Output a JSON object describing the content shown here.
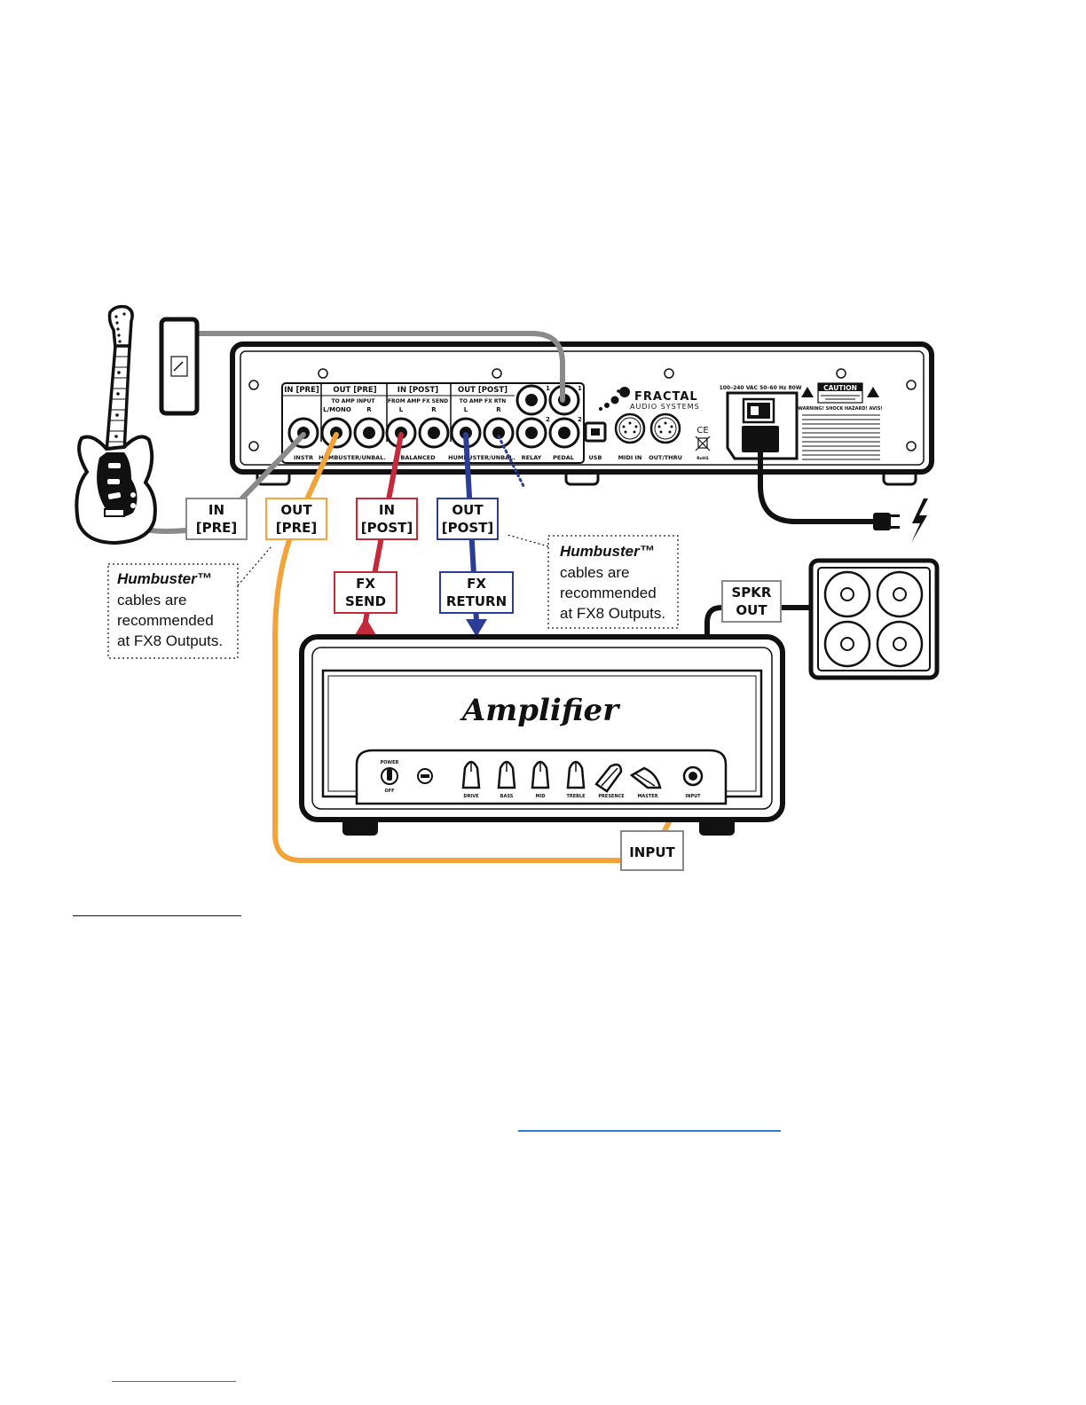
{
  "colors": {
    "cable_grey": "#8a8a8a",
    "cable_orange": "#f2a33a",
    "cable_red": "#c32a3a",
    "cable_blue": "#2b3d95",
    "outline": "#111111",
    "link_blue": "#2a7fc4"
  },
  "fx8_panel": {
    "brand_line1": "FRACTAL",
    "brand_line2": "AUDIO SYSTEMS",
    "section_in_pre": "IN [PRE]",
    "section_out_pre": "OUT [PRE]",
    "section_in_post": "IN [POST]",
    "section_out_post": "OUT [POST]",
    "sub_to_amp_input": "TO AMP INPUT",
    "sub_from_amp_fx_send": "FROM AMP FX SEND",
    "sub_to_amp_fx_rtn": "TO AMP FX RTN",
    "jack_lmono": "L/MONO",
    "jack_r": "R",
    "jack_l": "L",
    "bottom_instr": "INSTR",
    "bottom_humbuster1": "HUMBUSTER/UNBAL.",
    "bottom_balanced": "BALANCED",
    "bottom_humbuster2": "HUMBUSTER/UNBAL.",
    "bottom_relay": "RELAY",
    "bottom_pedal": "PEDAL",
    "bottom_usb": "USB",
    "bottom_midi_in": "MIDI IN",
    "bottom_out_thru": "OUT/THRU",
    "num_1a": "1",
    "num_1b": "1",
    "num_2a": "2",
    "num_2b": "2",
    "power_rating": "100–240 VAC 50–60 Hz 80W",
    "caution": "CAUTION",
    "warning": "WARNING! SHOCK HAZARD! AVIS!",
    "ce_mark": "CE",
    "rohs": "RoHS"
  },
  "labels": {
    "in_pre_l1": "IN",
    "in_pre_l2": "[PRE]",
    "out_pre_l1": "OUT",
    "out_pre_l2": "[PRE]",
    "in_post_l1": "IN",
    "in_post_l2": "[POST]",
    "out_post_l1": "OUT",
    "out_post_l2": "[POST]",
    "fx_send_l1": "FX",
    "fx_send_l2": "SEND",
    "fx_return_l1": "FX",
    "fx_return_l2": "RETURN",
    "spkr_out_l1": "SPKR",
    "spkr_out_l2": "OUT",
    "input": "INPUT"
  },
  "notes": {
    "left": {
      "title": "Humbuster™",
      "line2": "cables are",
      "line3": "recommended",
      "line4": "at FX8 Outputs."
    },
    "right": {
      "title": "Humbuster™",
      "line2": "cables are",
      "line3": "recommended",
      "line4": "at FX8 Outputs."
    }
  },
  "amplifier": {
    "logo": "Amplifier",
    "power": "POWER",
    "off": "OFF",
    "knobs": [
      "DRIVE",
      "BASS",
      "MID",
      "TREBLE",
      "PRESENCE",
      "MASTER"
    ],
    "input": "INPUT"
  }
}
